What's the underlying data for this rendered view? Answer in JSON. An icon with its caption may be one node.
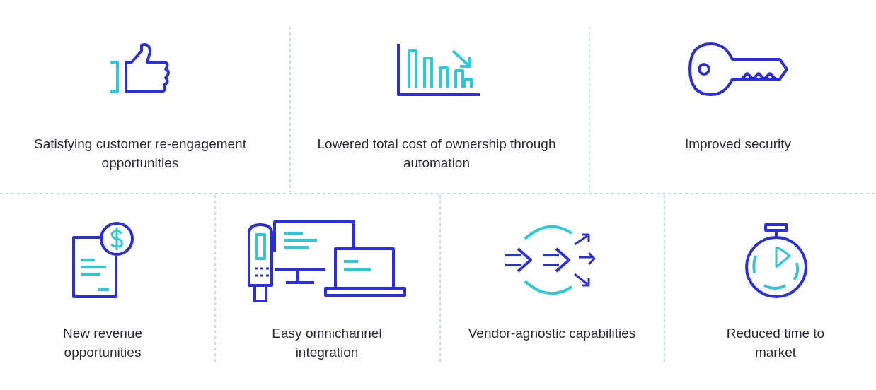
{
  "diagram": {
    "labels": [
      "Satisfying customer re-engagement opportunities",
      "Lowered total cost of ownership through automation",
      "Improved security",
      "New revenue opportunities",
      "Easy omnichannel integration",
      "Vendor-agnostic capabilities",
      "Reduced time to market"
    ]
  }
}
